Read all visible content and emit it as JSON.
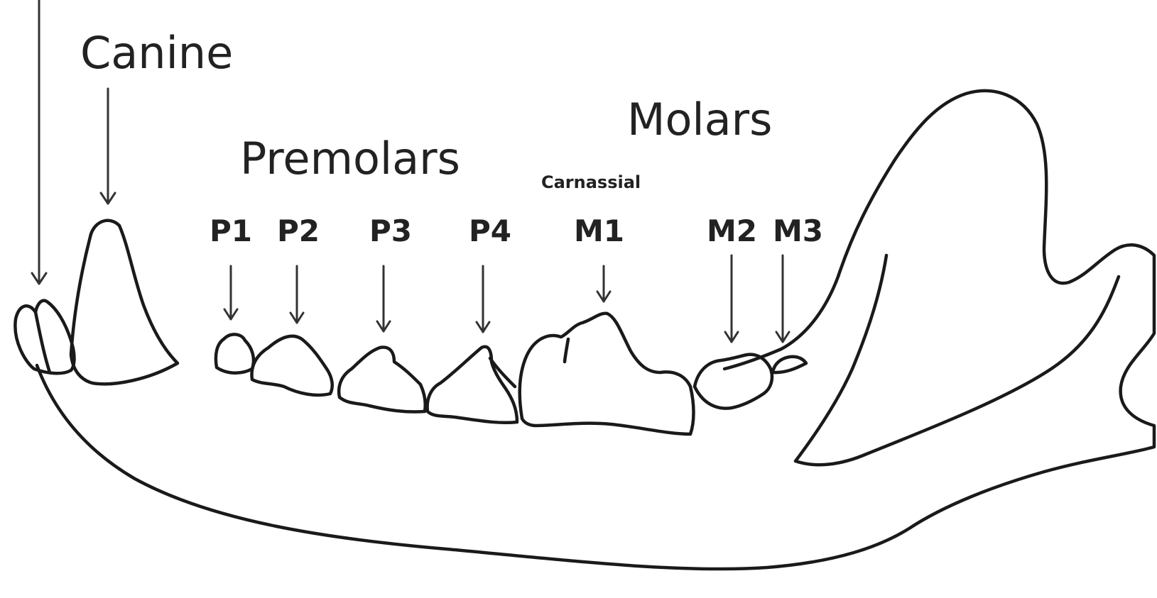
{
  "labels": {
    "canine": "Canine",
    "premolars": "Premolars",
    "molars": "Molars",
    "carnassial": "Carnassial",
    "p1": "P1",
    "p2": "P2",
    "p3": "P3",
    "p4": "P4",
    "m1": "M1",
    "m2": "M2",
    "m3": "M3"
  },
  "colors": {
    "line": "#1a1a1a",
    "background": "#ffffff"
  }
}
